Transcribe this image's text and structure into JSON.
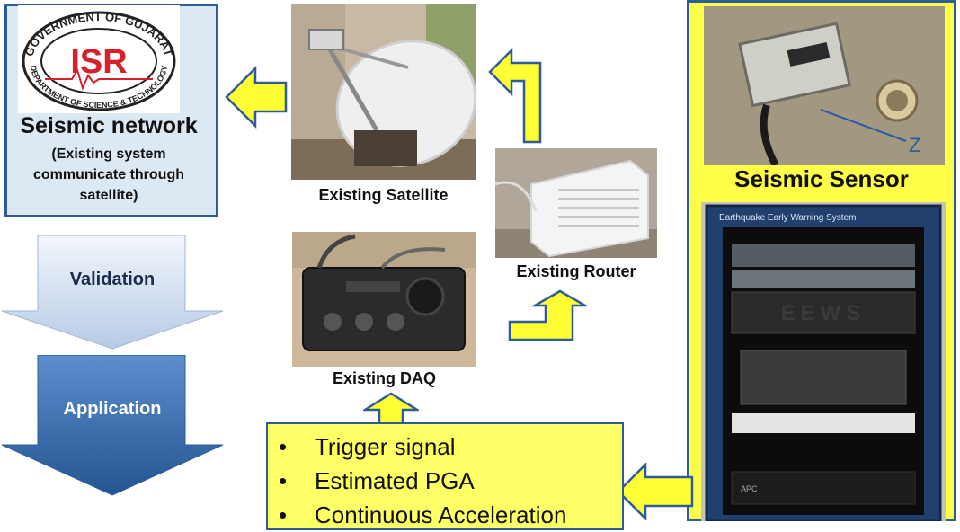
{
  "isr": {
    "logo_top_text": "GOVERNMENT OF GUJARAT",
    "logo_bottom_text": "DEPARTMENT OF SCIENCE & TECHNOLOGY",
    "logo_abbr": "ISR",
    "title": "Seismic network",
    "subtitle_lines": [
      "(Existing system",
      "communicate through",
      "satellite)"
    ]
  },
  "left_arrows": {
    "validation_label": "Validation",
    "application_label": "Application"
  },
  "components": {
    "satellite_caption": "Existing Satellite",
    "router_caption": "Existing Router",
    "daq_caption": "Existing DAQ"
  },
  "sensor_panel": {
    "sensor_label": "Seismic Sensor",
    "rack_header": "Earthquake Early Warning System",
    "rack_display": "EEWS",
    "sensor_axis_label": "Z",
    "ups_label": "APC"
  },
  "signals": {
    "items": [
      "Trigger signal",
      "Estimated PGA",
      "Continuous Acceleration"
    ]
  },
  "colors": {
    "panel_yellow": "#ffff4a",
    "arrow_yellow": "#ffff33",
    "border_blue": "#2e5b9a",
    "light_blue_fill": "#dde9f2"
  }
}
